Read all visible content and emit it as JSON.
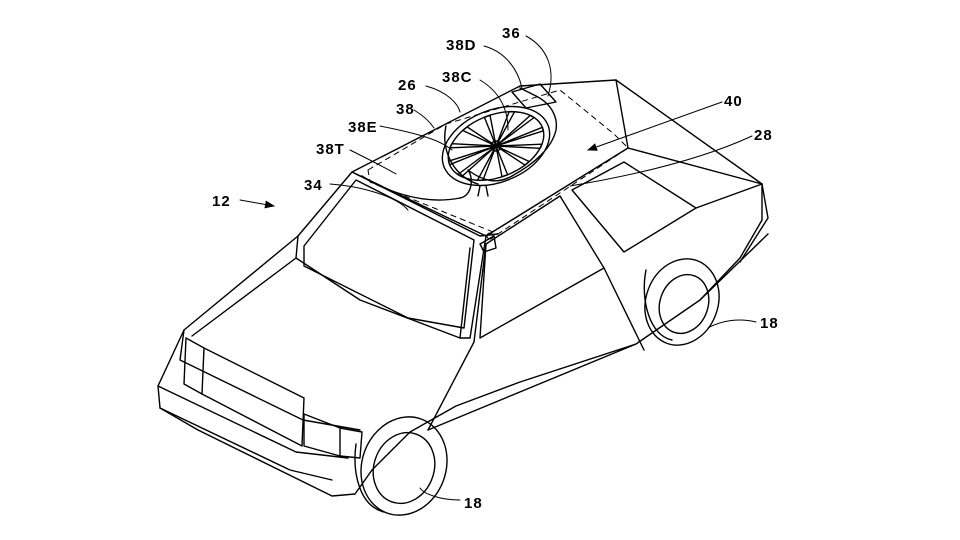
{
  "labels": {
    "l12": "12",
    "l34": "34",
    "l38T": "38T",
    "l38E": "38E",
    "l38": "38",
    "l26": "26",
    "l38C": "38C",
    "l38D": "38D",
    "l36": "36",
    "l40": "40",
    "l28": "28",
    "l18_rear": "18",
    "l18_front": "18"
  },
  "fan_blade_count": 12
}
